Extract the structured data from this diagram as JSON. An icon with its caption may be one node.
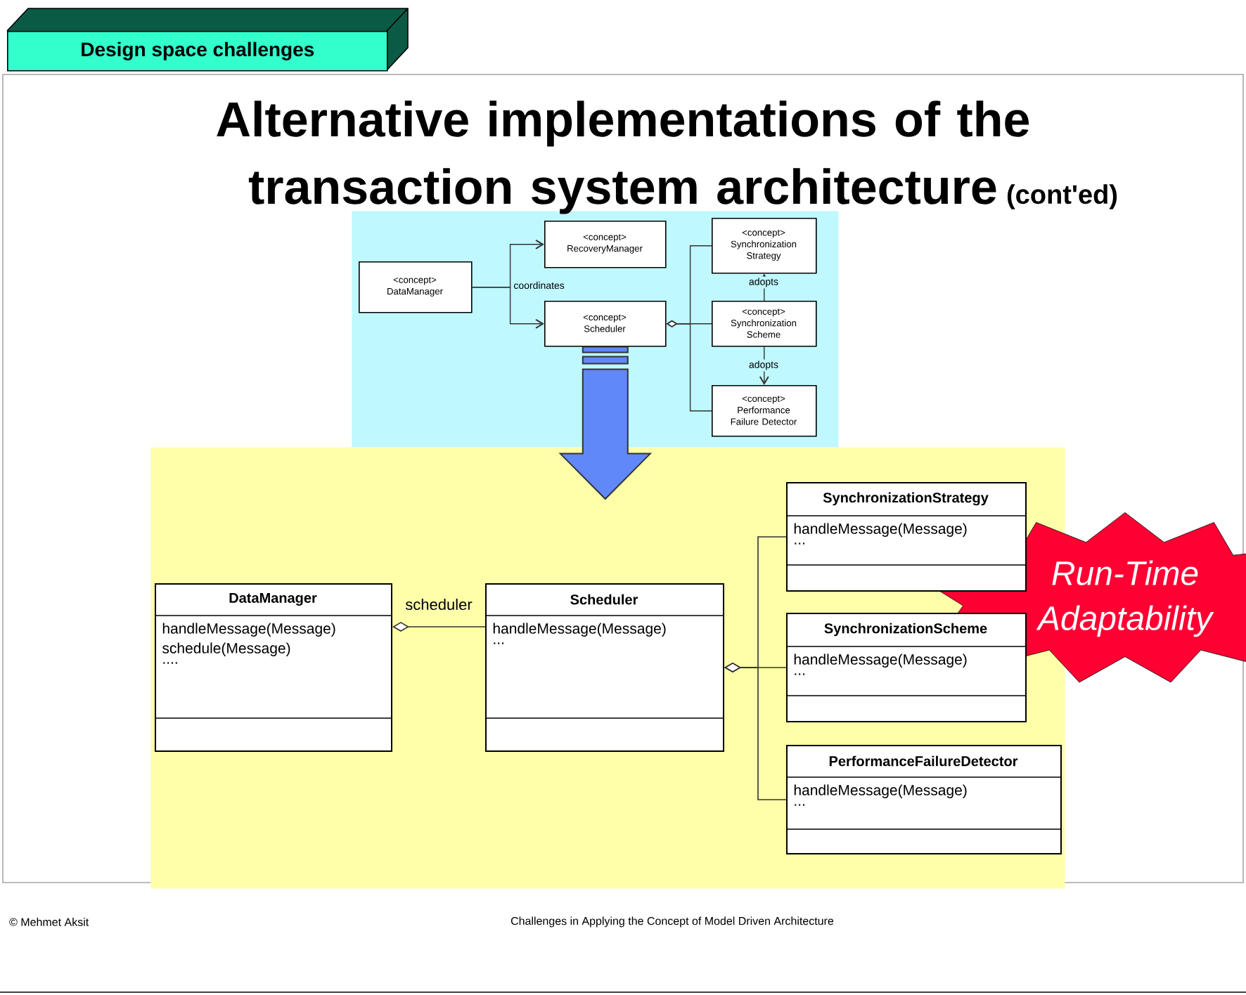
{
  "diagram": {
    "title": "Alternative implementations of the transaction system architecture",
    "nodes": [
      {
        "text": [
          "Design space challenges"
        ]
      },
      {
        "text": [],
        "shape": "box"
      },
      {
        "text": [],
        "shape": "box"
      },
      {
        "text": [
          "<concept>",
          "DataManager"
        ],
        "in": 1
      },
      {
        "text": [
          "<concept>",
          "RecoveryManager"
        ],
        "in": 1
      },
      {
        "text": [
          "<concept>",
          "Scheduler"
        ],
        "in": 1
      },
      {
        "text": [
          "<concept>",
          "Synchronization Strategy"
        ],
        "in": 1
      },
      {
        "text": [
          "<concept>",
          "Synchronization Scheme"
        ],
        "in": 1
      },
      {
        "text": [
          "<concept>",
          "Performance Failure Detector"
        ],
        "in": 1
      },
      {
        "text": [
          "DataManager",
          "handleMessage(Message)",
          "schedule(Message)",
          "...."
        ],
        "in": 2
      },
      {
        "text": [
          "Scheduler",
          "handleMessage(Message)",
          "..."
        ],
        "in": 2
      },
      {
        "text": [
          "SynchronizationStrategy",
          "handleMessage(Message)",
          "..."
        ],
        "in": 2
      },
      {
        "text": [
          "SynchronizationScheme",
          "handleMessage(Message)",
          "..."
        ],
        "in": 2
      },
      {
        "text": [
          "PerformanceFailureDetector",
          "handleMessage(Message)",
          "..."
        ],
        "in": 2
      },
      {
        "text": [
          "Run-Time Adaptability"
        ]
      }
    ],
    "edges": [
      {
        "from": 3,
        "to": 4,
        "arrow": "to",
        "label": "coordinates"
      },
      {
        "from": 3,
        "to": 5,
        "arrow": "to"
      },
      {
        "from": 5,
        "to": 6,
        "arrow": "other"
      },
      {
        "from": 5,
        "to": 7,
        "arrow": "other"
      },
      {
        "from": 5,
        "to": 8,
        "arrow": "other"
      },
      {
        "from": 7,
        "to": 6,
        "arrow": "to",
        "label": "adopts"
      },
      {
        "from": 7,
        "to": 8,
        "arrow": "to",
        "label": "adopts"
      },
      {
        "from": 5,
        "to": 2,
        "arrow": "to",
        "style": "thick",
        "color": "#6088f8"
      },
      {
        "from": 9,
        "to": 10,
        "arrow": "other",
        "label": "scheduler"
      },
      {
        "from": 10,
        "to": 11,
        "arrow": "other"
      },
      {
        "from": 10,
        "to": 12,
        "arrow": "other"
      },
      {
        "from": 10,
        "to": 13,
        "arrow": "other"
      }
    ],
    "labels": [
      "(cont'ed)",
      "© Mehmet Aksit",
      "Challenges in Applying the Concept of Model Driven Architecture"
    ]
  }
}
